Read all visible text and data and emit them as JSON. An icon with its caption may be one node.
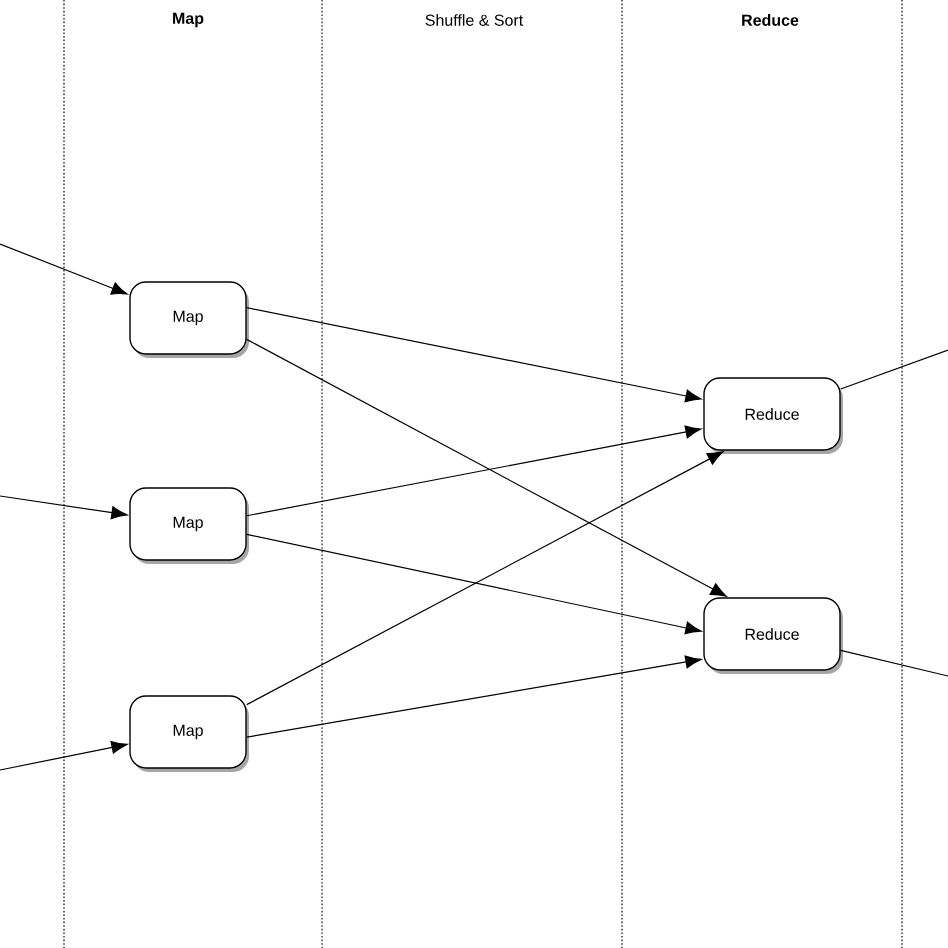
{
  "diagram": {
    "nodes": [
      {
        "text": [
          "Map"
        ]
      },
      {
        "text": [
          "Map"
        ]
      },
      {
        "text": [
          "Map"
        ]
      },
      {
        "text": [
          "Reduce"
        ]
      },
      {
        "text": [
          "Reduce"
        ]
      }
    ],
    "edges": [
      {
        "from": null,
        "to": 0,
        "arrow": "to"
      },
      {
        "from": null,
        "to": 1,
        "arrow": "to"
      },
      {
        "from": null,
        "to": 2,
        "arrow": "to"
      },
      {
        "from": 0,
        "to": 3,
        "arrow": "to"
      },
      {
        "from": 0,
        "to": 4,
        "arrow": "to"
      },
      {
        "from": 1,
        "to": 3,
        "arrow": "to"
      },
      {
        "from": 1,
        "to": 4,
        "arrow": "to"
      },
      {
        "from": 2,
        "to": 3,
        "arrow": "to"
      },
      {
        "from": 2,
        "to": 4,
        "arrow": "to"
      },
      {
        "from": 3,
        "to": null,
        "arrow": "none"
      },
      {
        "from": 4,
        "to": null,
        "arrow": "none"
      }
    ],
    "labels": [
      "Map",
      "Shuffle & Sort",
      "Reduce"
    ]
  }
}
